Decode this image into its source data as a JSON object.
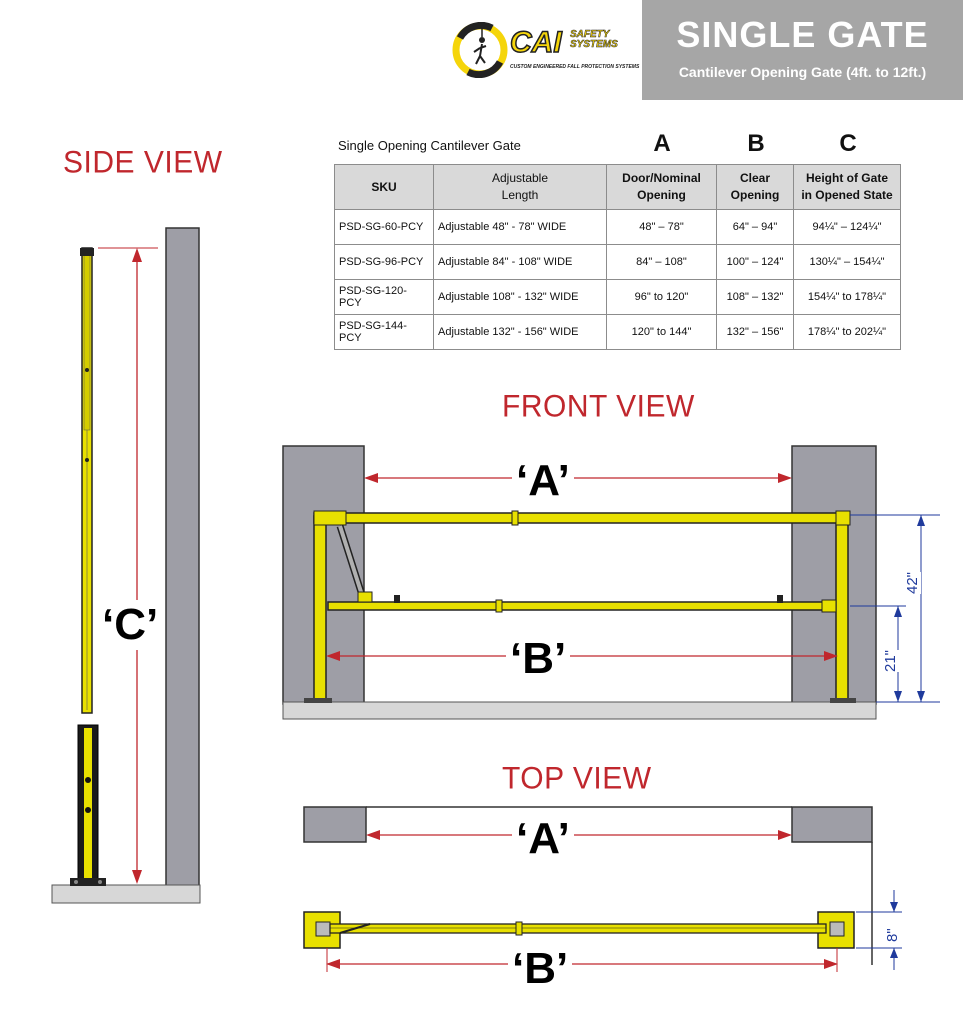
{
  "header": {
    "title": "SINGLE GATE",
    "subtitle": "Cantilever Opening Gate (4ft. to 12ft.)"
  },
  "logo": {
    "brand": "CAI",
    "word": "SAFETY SYSTEMS",
    "tagline": "CUSTOM ENGINEERED FALL PROTECTION SYSTEMS"
  },
  "side_view": {
    "title": "SIDE VIEW",
    "dimension_label": "‘C’"
  },
  "front_view": {
    "title": "FRONT VIEW",
    "label_a": "‘A’",
    "label_b": "‘B’",
    "dim_42": "42\"",
    "dim_21": "21\""
  },
  "top_view": {
    "title": "TOP VIEW",
    "label_a": "‘A’",
    "label_b": "‘B’",
    "dim_8": "8\""
  },
  "table": {
    "caption": "Single Opening Cantilever Gate",
    "letters": [
      "A",
      "B",
      "C"
    ],
    "headers": [
      "SKU",
      "Adjustable\nLength",
      "Door/Nominal\nOpening",
      "Clear\nOpening",
      "Height of Gate\nin Opened State"
    ],
    "rows": [
      [
        "PSD-SG-60-PCY",
        "Adjustable 48\" - 78\" WIDE",
        "48\" – 78\"",
        "64\" – 94\"",
        "94¼\" – 124¼\""
      ],
      [
        "PSD-SG-96-PCY",
        "Adjustable 84\" - 108\" WIDE",
        "84\" – 108\"",
        "100\" – 124\"",
        "130¼\" – 154¼\""
      ],
      [
        "PSD-SG-120-PCY",
        "Adjustable 108\" - 132\" WIDE",
        "96\" to 120\"",
        "108\" – 132\"",
        "154¼\" to 178¼\""
      ],
      [
        "PSD-SG-144-PCY",
        "Adjustable 132\" - 156\" WIDE",
        "120\" to 144\"",
        "132\" – 156\"",
        "178¼\" to 202¼\""
      ]
    ]
  },
  "colors": {
    "gate_yellow": "#e8e000",
    "wall_gray": "#9e9ea6",
    "accent_red": "#c0272d",
    "dim_blue": "#1f3a9c",
    "header_gray": "#a6a6a6"
  }
}
